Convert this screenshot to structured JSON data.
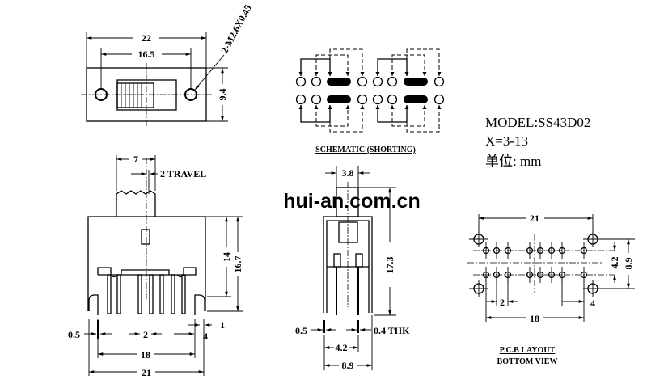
{
  "top_view": {
    "width_dim": "22",
    "hole_pitch_dim": "16.5",
    "height_dim": "9.4",
    "screw_note": "2-M2.6X0.45"
  },
  "schematic": {
    "title": "SCHEMATIC (SHORTING)"
  },
  "model_info": {
    "model": "MODEL:SS43D02",
    "x_range": "X=3-13",
    "unit": "单位: mm"
  },
  "watermark": "hui-an.com.cn",
  "front_view": {
    "actuator_width": "7",
    "travel": "2 TRAVEL",
    "height_14": "14",
    "height_16_7": "16.7",
    "pin_width": "0.5",
    "pin_pitch": "2",
    "end_gap": "4",
    "offset": "1",
    "pin_span": "18",
    "total_width": "21"
  },
  "side_view": {
    "actuator_width": "3.8",
    "height": "17.3",
    "pin_width": "0.5",
    "thickness": "0.4 THK",
    "row_pitch": "4.2",
    "total_depth": "8.9"
  },
  "pcb_layout": {
    "width": "21",
    "row_pitch": "4.2",
    "mount_pitch": "8.9",
    "pin_pitch": "2",
    "end_gap": "4",
    "pin_span": "18",
    "title": "P.C.B LAYOUT",
    "subtitle": "BOTTOM VIEW"
  }
}
